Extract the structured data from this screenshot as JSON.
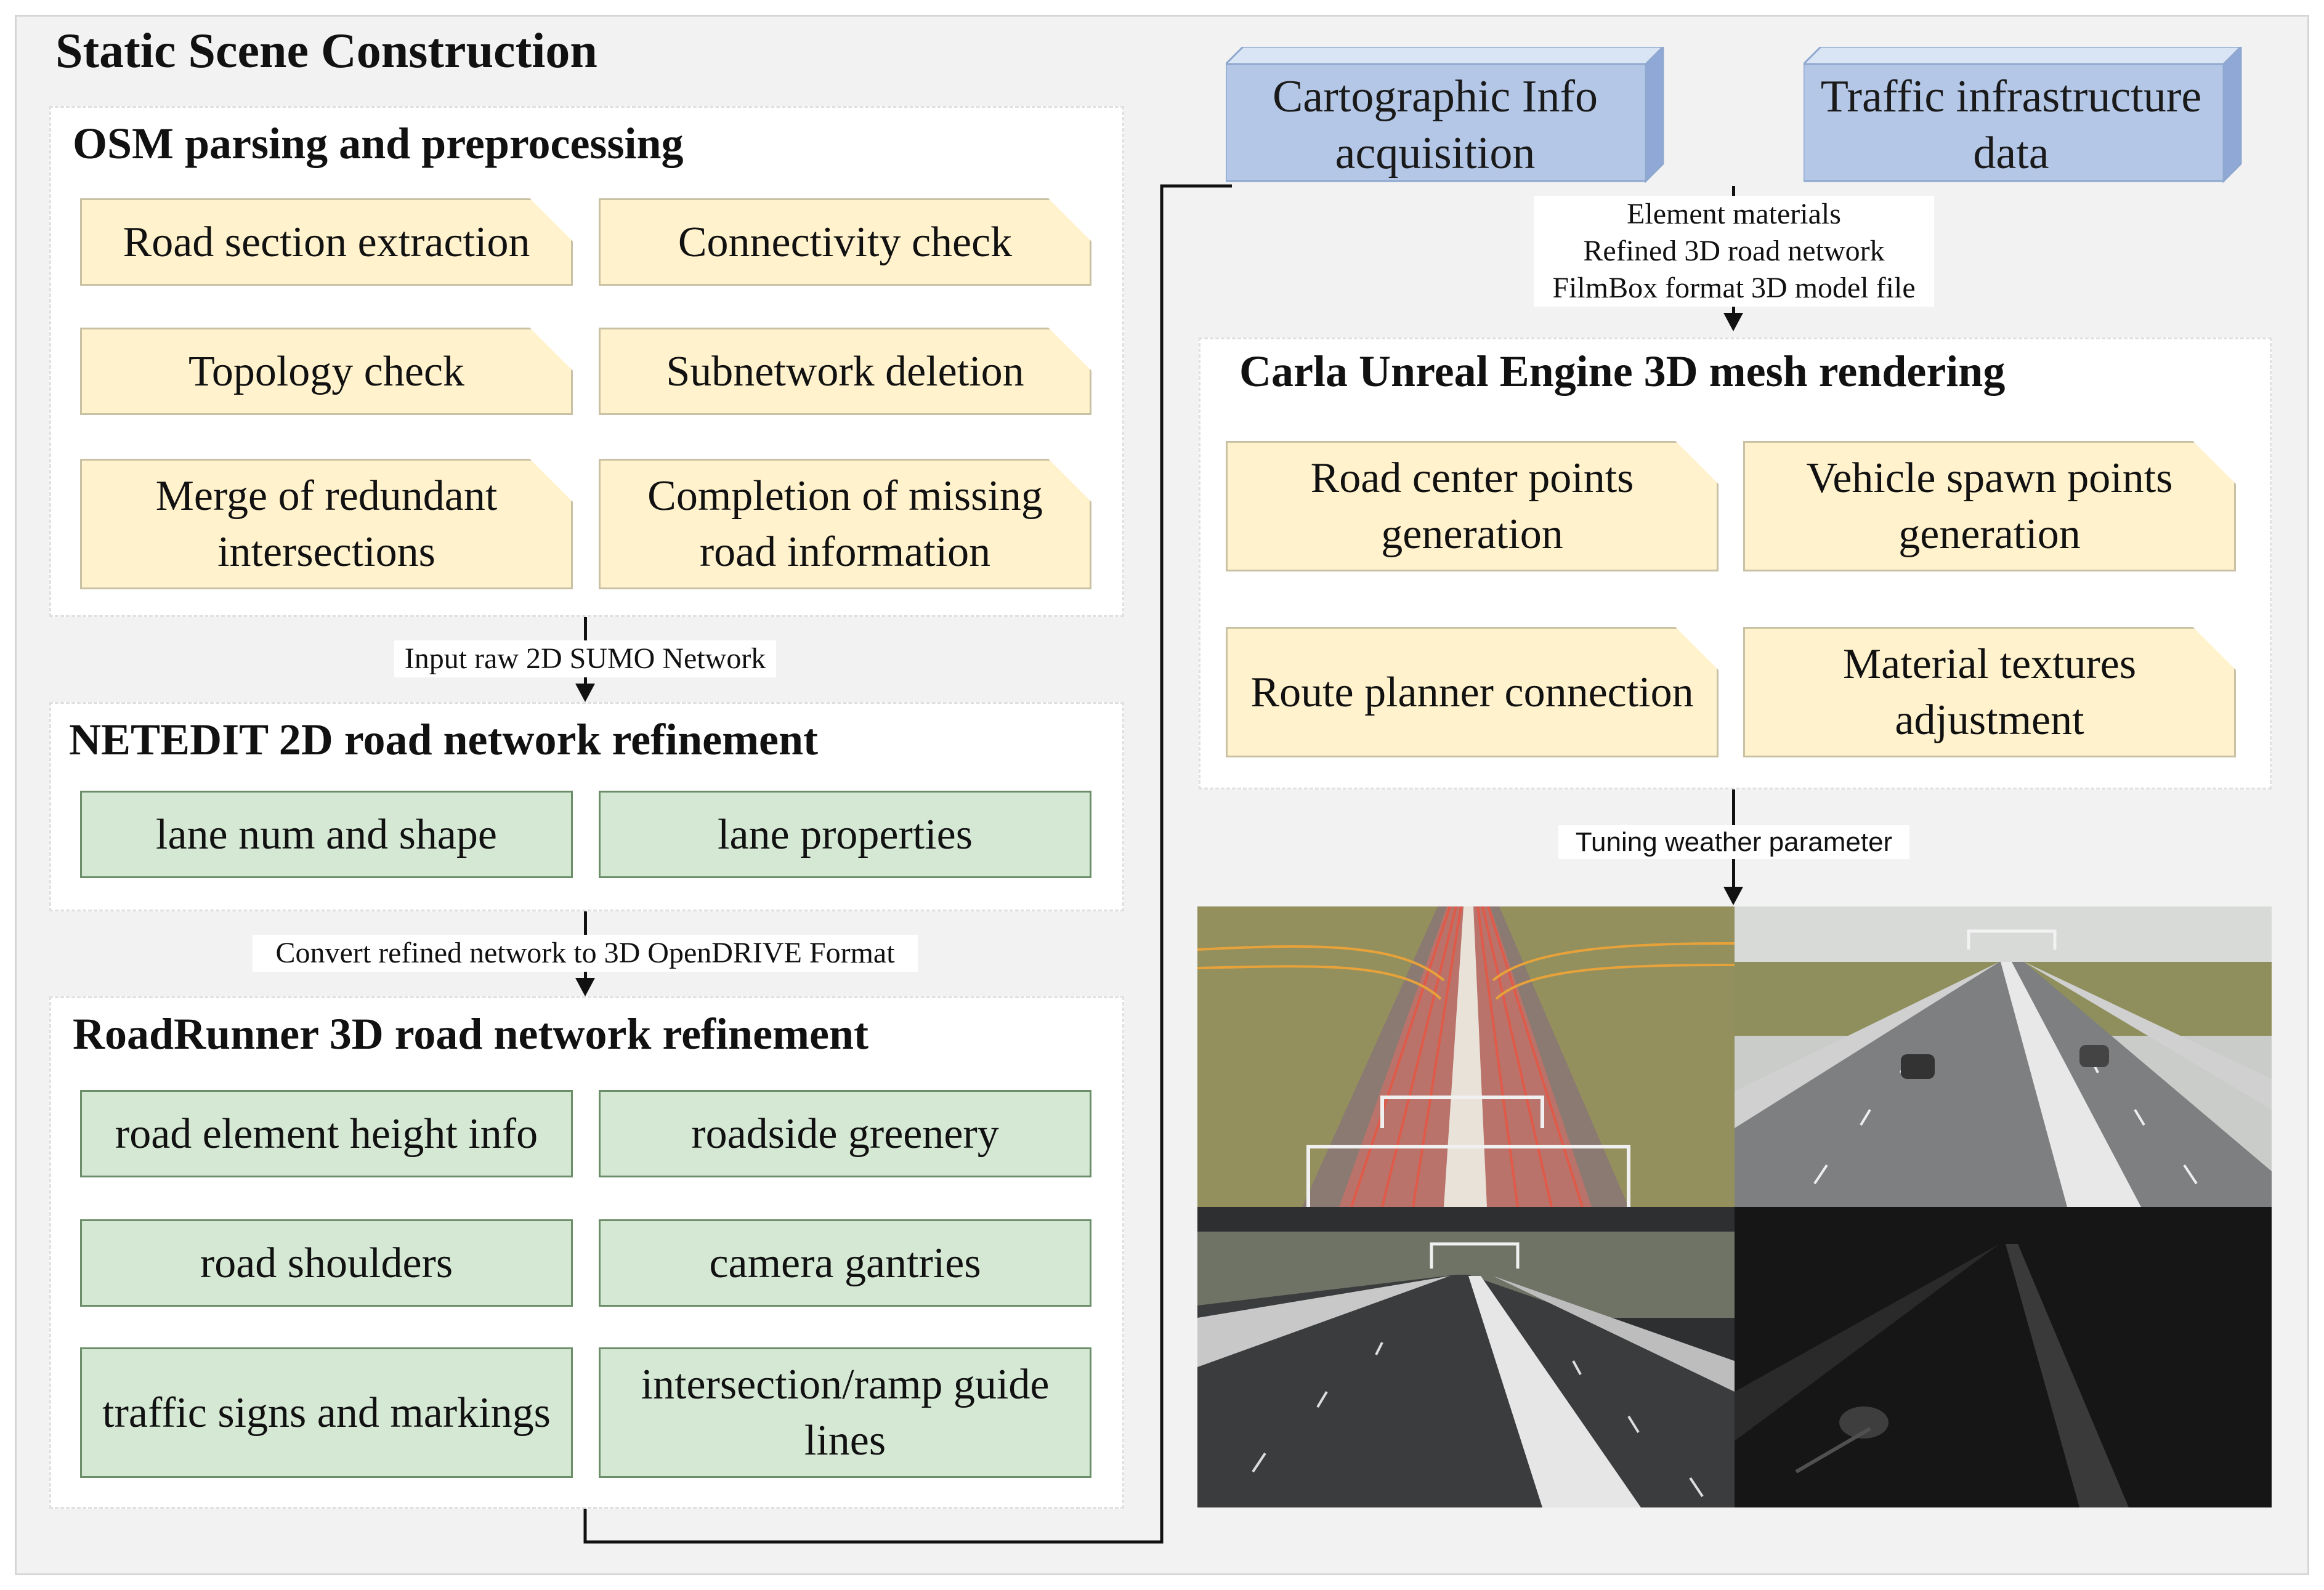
{
  "title": "Static Scene Construction",
  "osm": {
    "title": "OSM parsing and preprocessing",
    "boxes": [
      "Road section extraction",
      "Connectivity check",
      "Topology check",
      "Subnetwork deletion",
      "Merge of redundant intersections",
      "Completion of missing road information"
    ]
  },
  "edge1": "Input raw 2D SUMO Network",
  "netedit": {
    "title": "NETEDIT 2D road network refinement",
    "boxes": [
      "lane num and shape",
      "lane properties"
    ]
  },
  "edge2": "Convert refined network to 3D OpenDRIVE Format",
  "roadrunner": {
    "title": "RoadRunner 3D road network refinement",
    "boxes": [
      "road element height info",
      "roadside greenery",
      "road shoulders",
      "camera gantries",
      "traffic signs and markings",
      "intersection/ramp guide lines"
    ]
  },
  "sources": {
    "carto": "Cartographic Info acquisition",
    "traffic": "Traffic infrastructure data"
  },
  "edge3": [
    "Element materials",
    "Refined 3D road network",
    "FilmBox format 3D model file"
  ],
  "carla": {
    "title": "Carla Unreal Engine 3D mesh rendering",
    "boxes": [
      "Road center points generation",
      "Vehicle spawn points generation",
      "Route planner connection",
      "Material textures adjustment"
    ]
  },
  "edge4": "Tuning weather parameter",
  "colors": {
    "yellow_box": "#fff2cc",
    "green_box": "#d5e8d4",
    "source_box": "#b4c7e7"
  }
}
